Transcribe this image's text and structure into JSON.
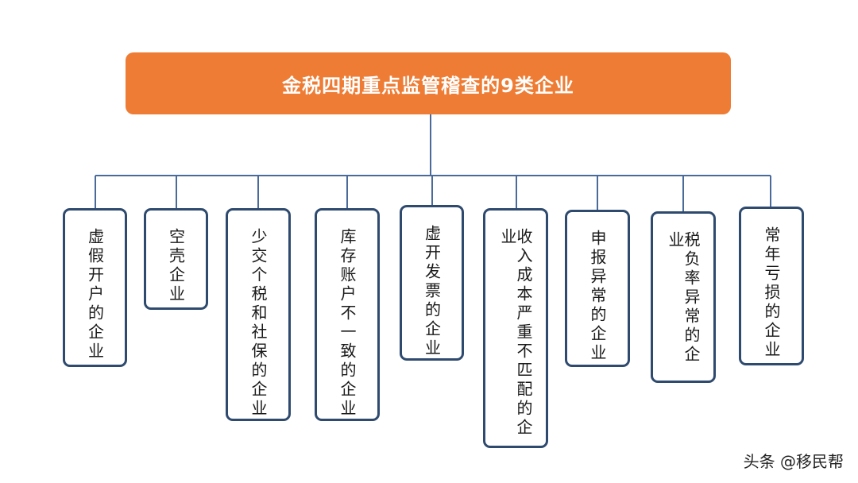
{
  "root": {
    "title": "金税四期重点监管稽查的9类企业",
    "color": "#ee7c34"
  },
  "children": [
    {
      "label": "虚假开户的企业"
    },
    {
      "label": "空壳企业"
    },
    {
      "label": "少交个税和社保的企业"
    },
    {
      "label": "库存账户不一致的企业"
    },
    {
      "label": "虚开发票的企业"
    },
    {
      "label": "收入成本严重不匹配的企业"
    },
    {
      "label": "申报异常的企业"
    },
    {
      "label": "税负率异常的企业"
    },
    {
      "label": "常年亏损的企业"
    }
  ],
  "watermark": "头条 @移民帮",
  "colors": {
    "connector": "#4a6a9a",
    "box_border": "#2e4a6e"
  }
}
